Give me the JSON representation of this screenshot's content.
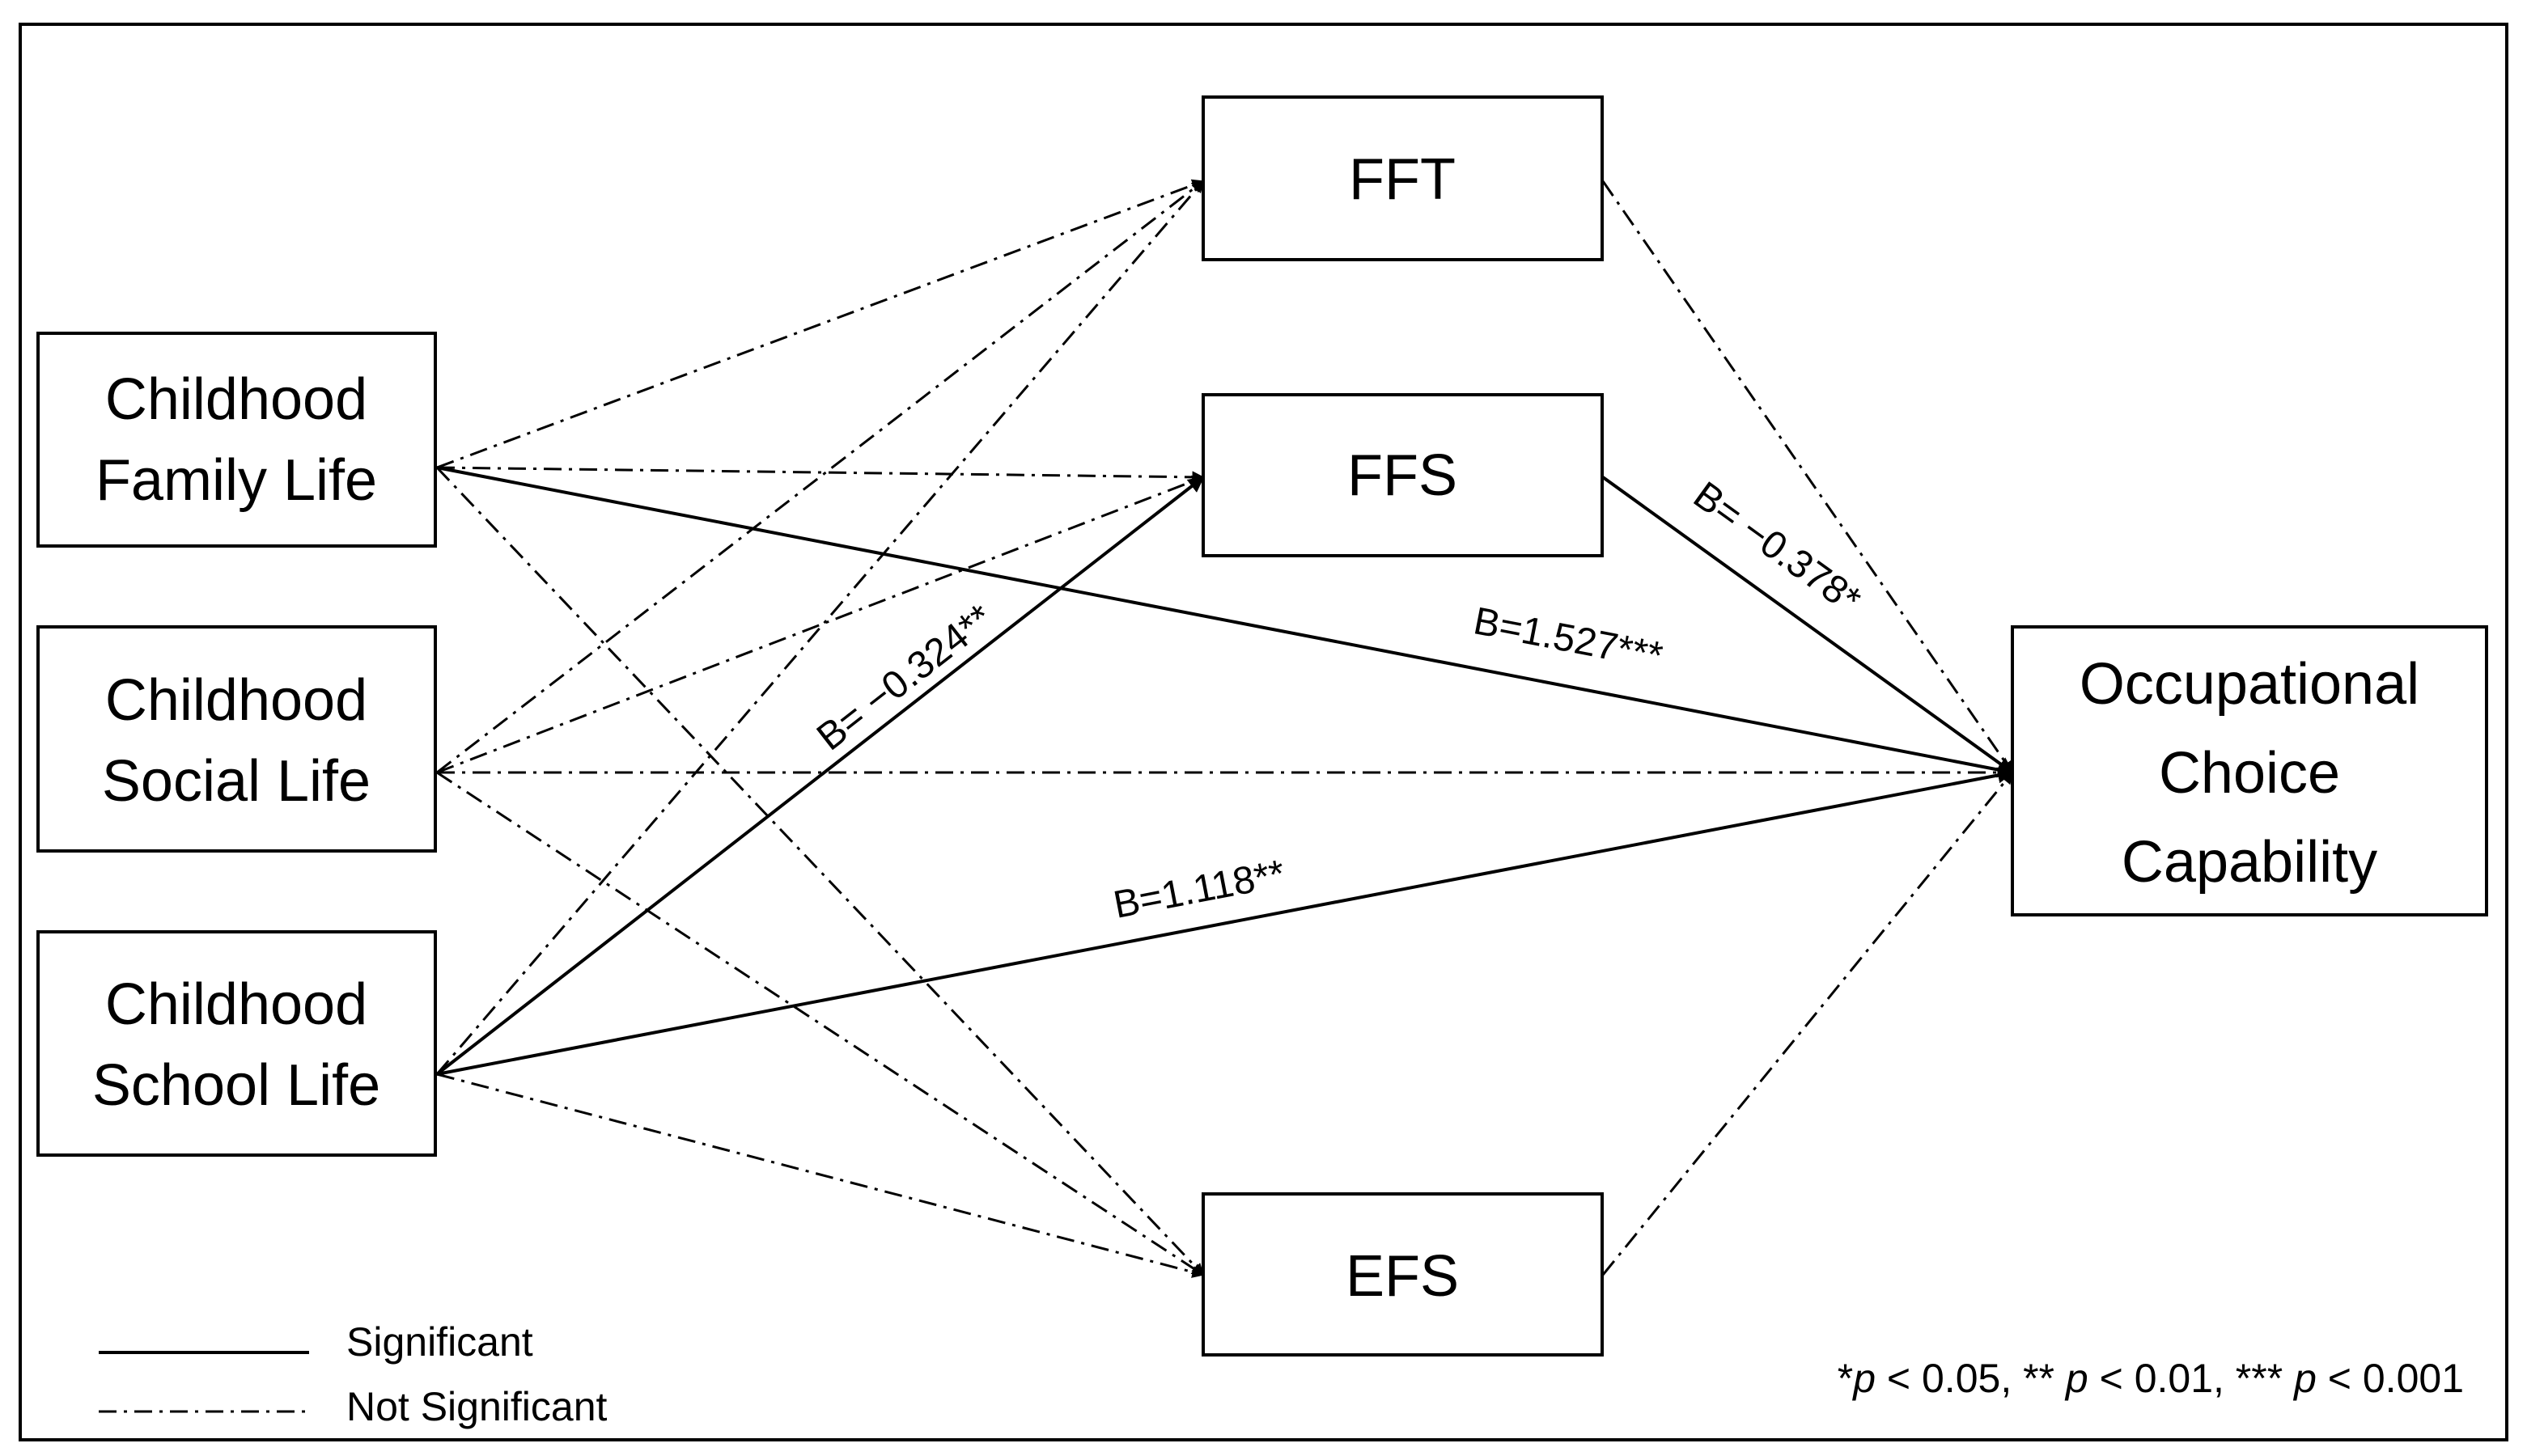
{
  "nodes": {
    "family": {
      "lines": [
        "Childhood",
        "Family Life"
      ]
    },
    "social": {
      "lines": [
        "Childhood",
        "Social Life"
      ]
    },
    "school": {
      "lines": [
        "Childhood",
        "School Life"
      ]
    },
    "fft": {
      "lines": [
        "FFT"
      ]
    },
    "ffs": {
      "lines": [
        "FFS"
      ]
    },
    "efs": {
      "lines": [
        "EFS"
      ]
    },
    "outcome": {
      "lines": [
        "Occupational",
        "Choice",
        "Capability"
      ]
    }
  },
  "edges": [
    {
      "from": "family",
      "to": "fft",
      "significant": false,
      "label": ""
    },
    {
      "from": "family",
      "to": "ffs",
      "significant": false,
      "label": ""
    },
    {
      "from": "family",
      "to": "efs",
      "significant": false,
      "label": ""
    },
    {
      "from": "family",
      "to": "outcome",
      "significant": true,
      "label": "B=1.527***"
    },
    {
      "from": "social",
      "to": "fft",
      "significant": false,
      "label": ""
    },
    {
      "from": "social",
      "to": "ffs",
      "significant": false,
      "label": ""
    },
    {
      "from": "social",
      "to": "efs",
      "significant": false,
      "label": ""
    },
    {
      "from": "social",
      "to": "outcome",
      "significant": false,
      "label": ""
    },
    {
      "from": "school",
      "to": "fft",
      "significant": false,
      "label": ""
    },
    {
      "from": "school",
      "to": "ffs",
      "significant": true,
      "label": "B= −0.324**"
    },
    {
      "from": "school",
      "to": "efs",
      "significant": false,
      "label": ""
    },
    {
      "from": "school",
      "to": "outcome",
      "significant": true,
      "label": "B=1.118**"
    },
    {
      "from": "fft",
      "to": "outcome",
      "significant": false,
      "label": ""
    },
    {
      "from": "ffs",
      "to": "outcome",
      "significant": true,
      "label": "B= −0.378*"
    },
    {
      "from": "efs",
      "to": "outcome",
      "significant": false,
      "label": ""
    }
  ],
  "legend": {
    "significant": "Significant",
    "not_significant": "Not Significant"
  },
  "note": {
    "p1_prefix": "*",
    "p1_sym": "p",
    "p1_rest": " < 0.05, ** ",
    "p2_sym": "p",
    "p2_rest": " < 0.01, *** ",
    "p3_sym": "p",
    "p3_rest": " < 0.001"
  }
}
